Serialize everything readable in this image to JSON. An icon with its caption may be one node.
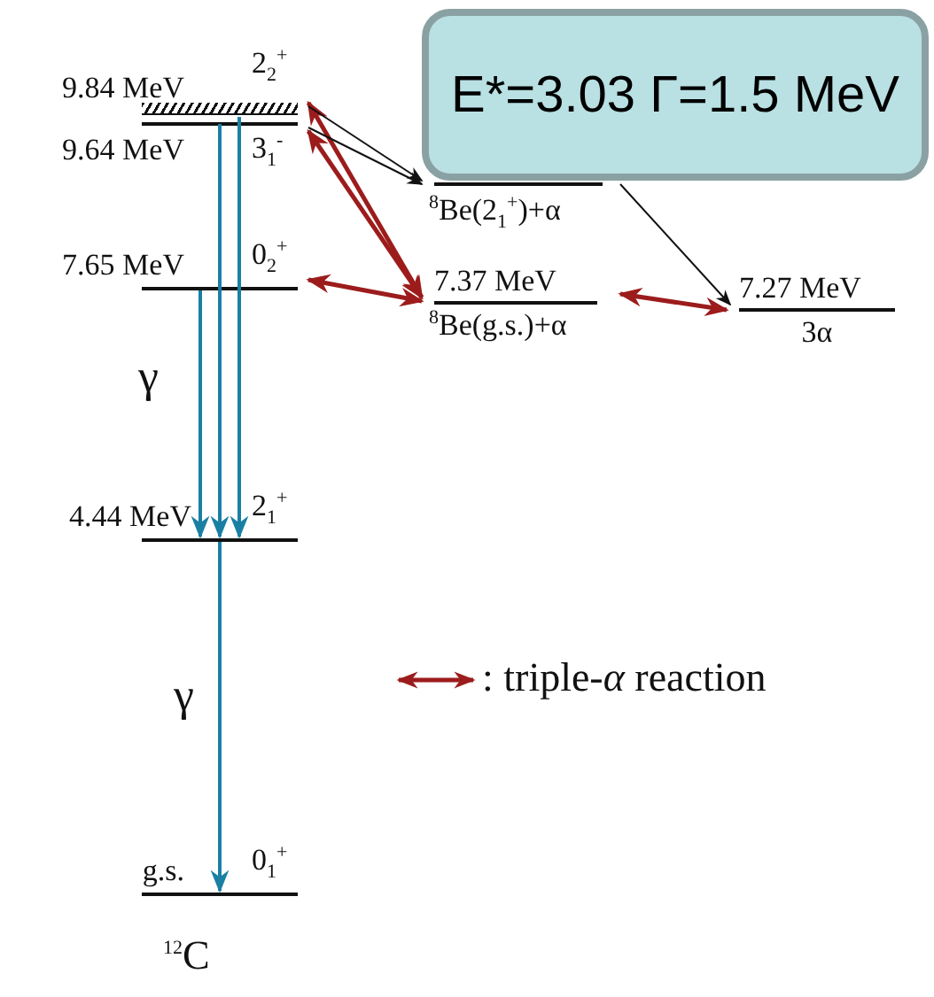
{
  "diagram": {
    "nodes": [
      {
        "text": [
          "9.84 MeV",
          "2$_{2}$$^{+}$"
        ]
      },
      {
        "text": [
          "9.64 MeV",
          "3$_{1}$$^{-}$"
        ]
      },
      {
        "text": [
          "7.65 MeV",
          "0$_{2}$$^{+}$"
        ]
      },
      {
        "text": [
          "4.44 MeV",
          "2$_{1}$$^{+}$"
        ]
      },
      {
        "text": [
          "g.s.",
          "0$_{1}$$^{+}$"
        ],
        "beside": [
          "$^{12}$C"
        ]
      },
      {
        "text": [
          "$^{8}$Be(2$_{1}$$^{+}$)+α"
        ]
      },
      {
        "text": [
          "7.37 MeV",
          "$^{8}$Be(g.s.)+α"
        ]
      },
      {
        "text": [
          "7.27 MeV",
          "3α"
        ]
      },
      {
        "text": [
          "E*=3.03 Γ=1.5 MeV"
        ]
      }
    ],
    "edges": [
      {
        "from": 0,
        "to": 3,
        "arrow": "to",
        "color": "#1a80a3"
      },
      {
        "from": 1,
        "to": 3,
        "arrow": "to",
        "color": "#1a80a3"
      },
      {
        "from": 2,
        "to": 3,
        "arrow": "to",
        "color": "#1a80a3"
      },
      {
        "from": 3,
        "to": 4,
        "arrow": "to",
        "color": "#1a80a3"
      },
      {
        "from": 0,
        "to": 6,
        "arrow": "both",
        "color": "#9c1c1c"
      },
      {
        "from": 1,
        "to": 6,
        "arrow": "both",
        "color": "#9c1c1c"
      },
      {
        "from": 2,
        "to": 6,
        "arrow": "both",
        "color": "#9c1c1c"
      },
      {
        "from": 6,
        "to": 7,
        "arrow": "both",
        "color": "#9c1c1c"
      },
      {
        "from": 0,
        "to": 5,
        "arrow": "to",
        "color": "#111111"
      },
      {
        "from": 1,
        "to": 5,
        "arrow": "to",
        "color": "#111111"
      },
      {
        "from": 5,
        "to": 7,
        "arrow": "to",
        "color": "#111111"
      }
    ],
    "labels": [
      "γ",
      "γ"
    ],
    "legend": [
      {
        "text": ": triple-*α* reaction"
      }
    ]
  }
}
